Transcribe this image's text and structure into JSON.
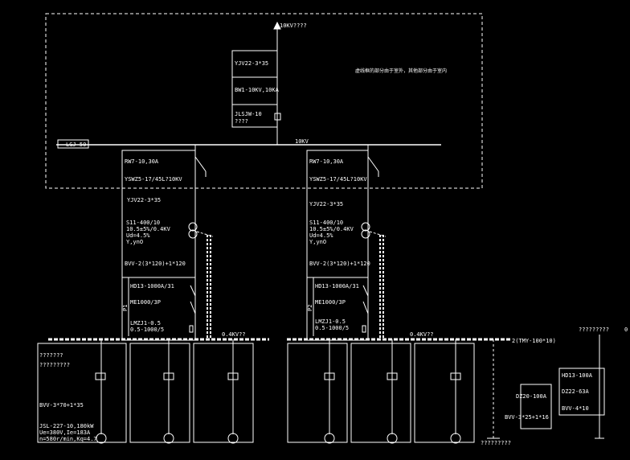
{
  "colors": {
    "background": "#000000",
    "line": "#ffffff",
    "accent": "#00bfff"
  },
  "top_boundary": {
    "incoming_label": "10KV????",
    "cable": "YJV22-3*35",
    "switch": "BW1-10KV,10KA",
    "fuse_label": "JLSJW-10",
    "fuse_value": "????",
    "note": "虚线框的部分由于室外，其他部分由于室内",
    "bus_voltage": "10KV",
    "busbar_name": "LGJ-50"
  },
  "transformer_branches": [
    {
      "fuse": "RW7-10,30A",
      "arrester": "YSWZ5-17/45L?10KV",
      "cable": "YJV22-3*35",
      "transformer": "S11-400/10",
      "ratio": "10.5±5%/0.4KV",
      "impedance": "Ud=4.5%",
      "connection": "Y,ynO",
      "lv_cable": "BVV-2(3*120)+1*120",
      "panel": "P1",
      "switch": "HD13-1000A/31",
      "breaker": "ME1000/3P",
      "ct_type": "LMZJ1-0.5",
      "ct_ratio": "0.5-1000/5"
    },
    {
      "fuse": "RW7-10,30A",
      "arrester": "YSWZ5-17/45L?10KV",
      "cable": "YJV22-3*35",
      "transformer": "S11-400/10",
      "ratio": "10.5±5%/0.4KV",
      "impedance": "Ud=4.5%",
      "connection": "Y,ynO",
      "lv_cable": "BVV-2(3*120)+1*120",
      "panel": "P2",
      "switch": "HD13-1000A/31",
      "breaker": "ME1000/3P",
      "ct_type": "LMZJ1-0.5",
      "ct_ratio": "0.5-1000/5"
    }
  ],
  "lv_bus": {
    "left_voltage": "0.4KV??",
    "right_voltage": "0.4KV??",
    "right_bus_label": "2(TMY-100*10)"
  },
  "left_panel": {
    "line1": "???????",
    "line2": "?????????",
    "cable": "BVV-3*70+1*35",
    "motor_model": "JSL-227-10,180kW",
    "motor_spec1": "Ue=380V,Ie=183A",
    "motor_spec2": "n=580r/min,Kq=4.7"
  },
  "bottom_right": {
    "breaker": "DZ20-100A",
    "cable": "BVV-3*25+1*16",
    "label": "?????????",
    "side_top": "?????????",
    "side_mark": "0",
    "side_switch": "HD13-100A",
    "side_breaker": "DZ22-63A",
    "side_cable": "BVV-4*10"
  }
}
